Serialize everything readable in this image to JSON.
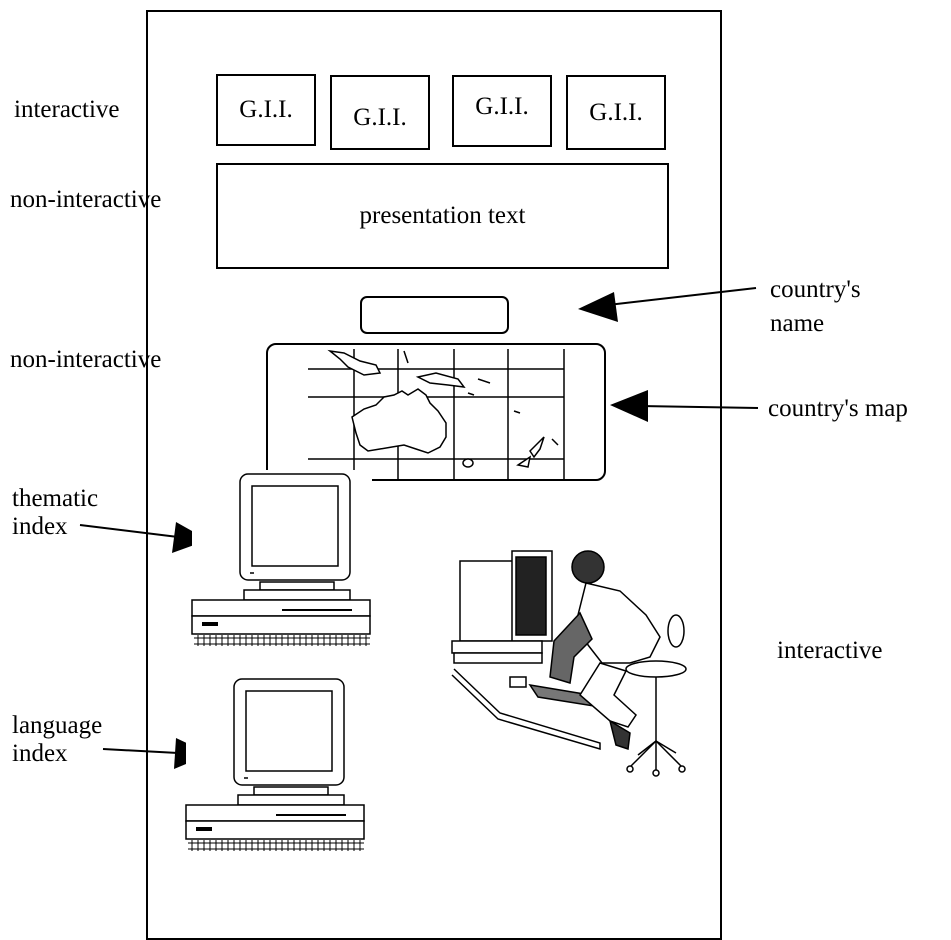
{
  "gii_buttons": [
    "G.I.I.",
    "G.I.I.",
    "G.I.I.",
    "G.I.I."
  ],
  "presentation_text": "presentation text",
  "labels": {
    "interactive_top": "interactive",
    "non_interactive_1": "non-interactive",
    "non_interactive_2": "non-interactive",
    "country_name_line1": "country's",
    "country_name_line2": "name",
    "country_map": "country's map",
    "thematic_line1": "thematic",
    "thematic_line2": "index",
    "language_line1": "language",
    "language_line2": "index",
    "interactive_right": "interactive"
  },
  "colors": {
    "ink": "#000000",
    "background": "#ffffff"
  },
  "icons": [
    "arrow-icon",
    "computer-icon",
    "person-at-computer-icon",
    "world-map-icon"
  ]
}
